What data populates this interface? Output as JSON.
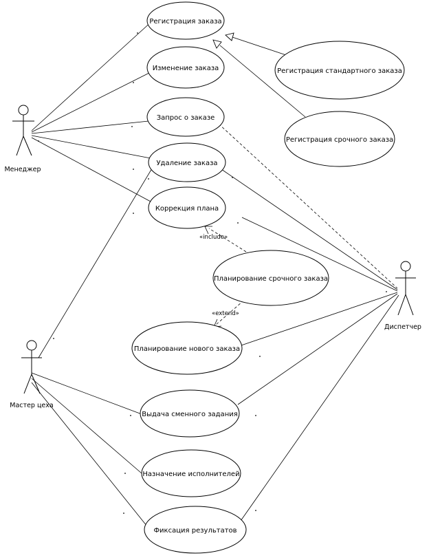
{
  "actors": [
    {
      "id": "manager",
      "label": "Менеджер"
    },
    {
      "id": "dispatcher",
      "label": "Диспетчер"
    },
    {
      "id": "master",
      "label": "Мастер цеха"
    }
  ],
  "use_cases": [
    {
      "id": "reg",
      "label": "Регистрация заказа"
    },
    {
      "id": "change",
      "label": "Изменение заказа"
    },
    {
      "id": "query",
      "label": "Запрос о заказе"
    },
    {
      "id": "delete",
      "label": "Удаление заказа"
    },
    {
      "id": "correct",
      "label": "Коррекция плана"
    },
    {
      "id": "plan_urgent",
      "label": "Планирование срочного заказа"
    },
    {
      "id": "plan_new",
      "label": "Планирование нового заказа"
    },
    {
      "id": "shift",
      "label": "Выдача сменного задания"
    },
    {
      "id": "assign",
      "label": "Назначение исполнителей"
    },
    {
      "id": "fix",
      "label": "Фиксация результатов"
    },
    {
      "id": "reg_std",
      "label": "Регистрация стандартного заказа"
    },
    {
      "id": "reg_urg",
      "label": "Регистрация срочного заказа"
    }
  ],
  "relations": {
    "include_label": "«include»",
    "extend_label": "«extend»"
  }
}
